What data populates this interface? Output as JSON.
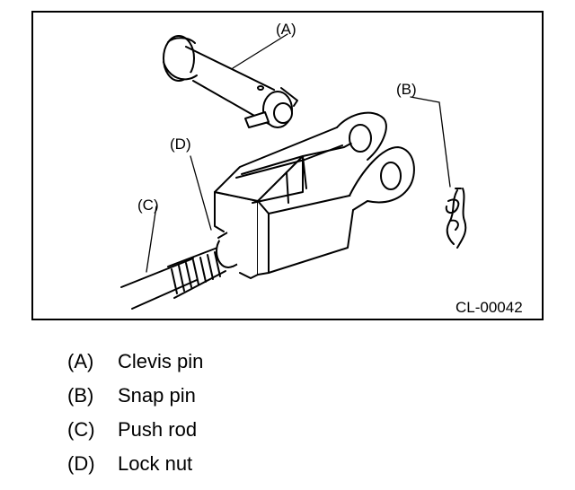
{
  "figure": {
    "code": "CL-00042",
    "callouts": {
      "a": "(A)",
      "b": "(B)",
      "c": "(C)",
      "d": "(D)"
    }
  },
  "legend": [
    {
      "key": "(A)",
      "text": "Clevis pin"
    },
    {
      "key": "(B)",
      "text": "Snap pin"
    },
    {
      "key": "(C)",
      "text": "Push rod"
    },
    {
      "key": "(D)",
      "text": "Lock nut"
    }
  ]
}
